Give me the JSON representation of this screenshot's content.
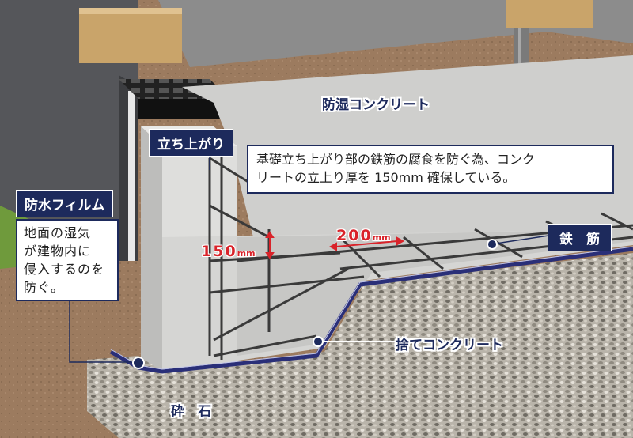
{
  "labels": {
    "moisture_concrete": "防湿コンクリート",
    "rise": "立ち上がり",
    "rise_desc_line1": "基礎立ち上がり部の鉄筋の腐食を防ぐ為、コンク",
    "rise_desc_line2": "リートの立上り厚を 150mm 確保している。",
    "waterproof_film": "防水フィルム",
    "film_desc_line1": "地面の湿気",
    "film_desc_line2": "が建物内に",
    "film_desc_line3": "侵入するのを",
    "film_desc_line4": "防ぐ。",
    "rebar": "鉄　筋",
    "lean_concrete": "捨てコンクリート",
    "gravel": "砕　石"
  },
  "dimensions": {
    "wall_thickness": {
      "value": "150",
      "unit": "mm"
    },
    "rebar_spacing": {
      "value": "200",
      "unit": "mm"
    }
  },
  "colors": {
    "navy": "#1d2a5c",
    "dimension_red": "#d9232a",
    "concrete": "#d8d8d6",
    "soil": "#9a7a5e",
    "film": "#2a2f78"
  }
}
